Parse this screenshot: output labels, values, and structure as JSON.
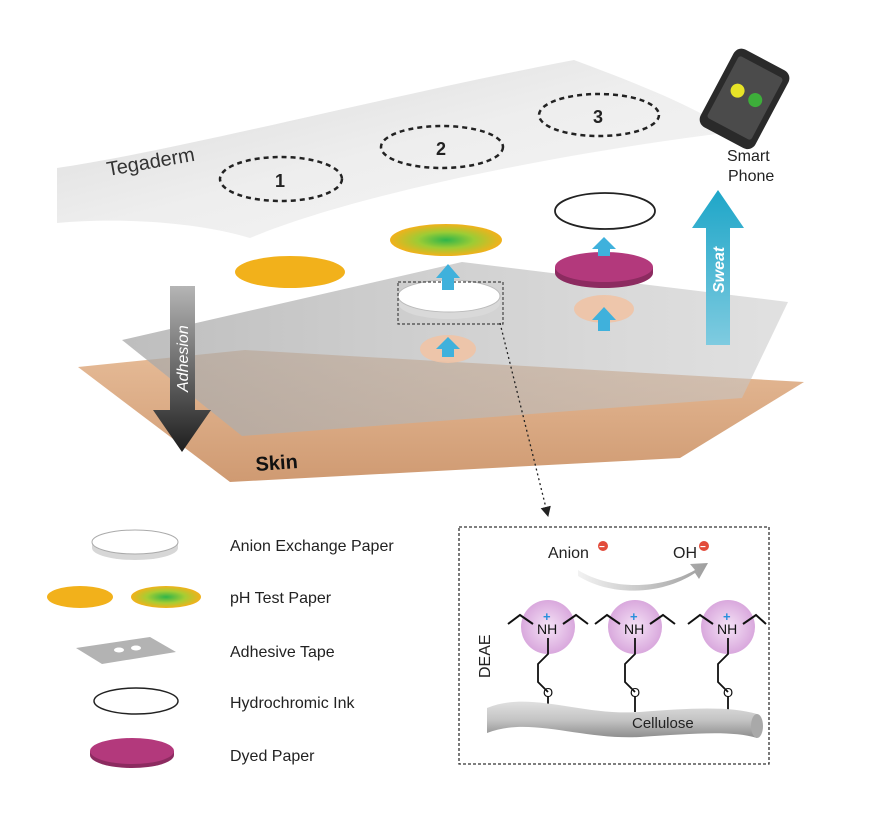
{
  "layers": {
    "tegaderm": "Tegaderm",
    "skin": "Skin",
    "adhesion": "Adhesion",
    "sweat": "Sweat",
    "smartphone": [
      "Smart",
      "Phone"
    ]
  },
  "spots": [
    "1",
    "2",
    "3"
  ],
  "legend": {
    "anion_exchange": "Anion Exchange Paper",
    "ph_test": "pH Test Paper",
    "adhesive_tape": "Adhesive Tape",
    "hydrochromic": "Hydrochromic Ink",
    "dyed_paper": "Dyed Paper"
  },
  "inset": {
    "anion": "Anion",
    "oh": "OH",
    "deae": "DEAE",
    "cellulose": "Cellulose",
    "nh": "NH",
    "o": "O",
    "plus": "+",
    "minus": "−"
  },
  "colors": {
    "ph_yellow": "#f2b11b",
    "ph_green": "#3dbb4a",
    "dyed_magenta": "#b3397c",
    "sweat_cyan": "#21a8c9",
    "arrow_blue": "#3fb1dc",
    "skin": "#d9a67e",
    "tape_gray": "#b9b9b9",
    "orbital_pink": "#e6c3e9",
    "charge_red": "#e24b3a",
    "charge_blue": "#2a8fdc"
  }
}
